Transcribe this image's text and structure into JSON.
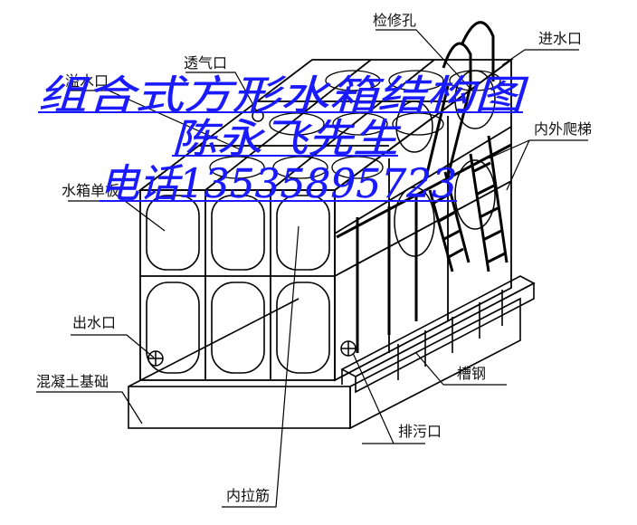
{
  "labels": {
    "inspection_hole": "检修孔",
    "vent": "透气口",
    "inlet": "进水口",
    "overflow": "溢水口",
    "ladder": "内外爬梯",
    "panel": "水箱单板",
    "outlet": "出水口",
    "foundation": "混凝土基础",
    "channel_steel": "槽钢",
    "drain": "排污口",
    "tie_bar": "内拉筋"
  },
  "overlay": {
    "title": "组合式方形水箱结构图",
    "name": "陈永飞先生",
    "phone": "电话13535895723"
  },
  "colors": {
    "line": "#000000",
    "overlay_text": "#1a1aff",
    "background": "#ffffff"
  }
}
